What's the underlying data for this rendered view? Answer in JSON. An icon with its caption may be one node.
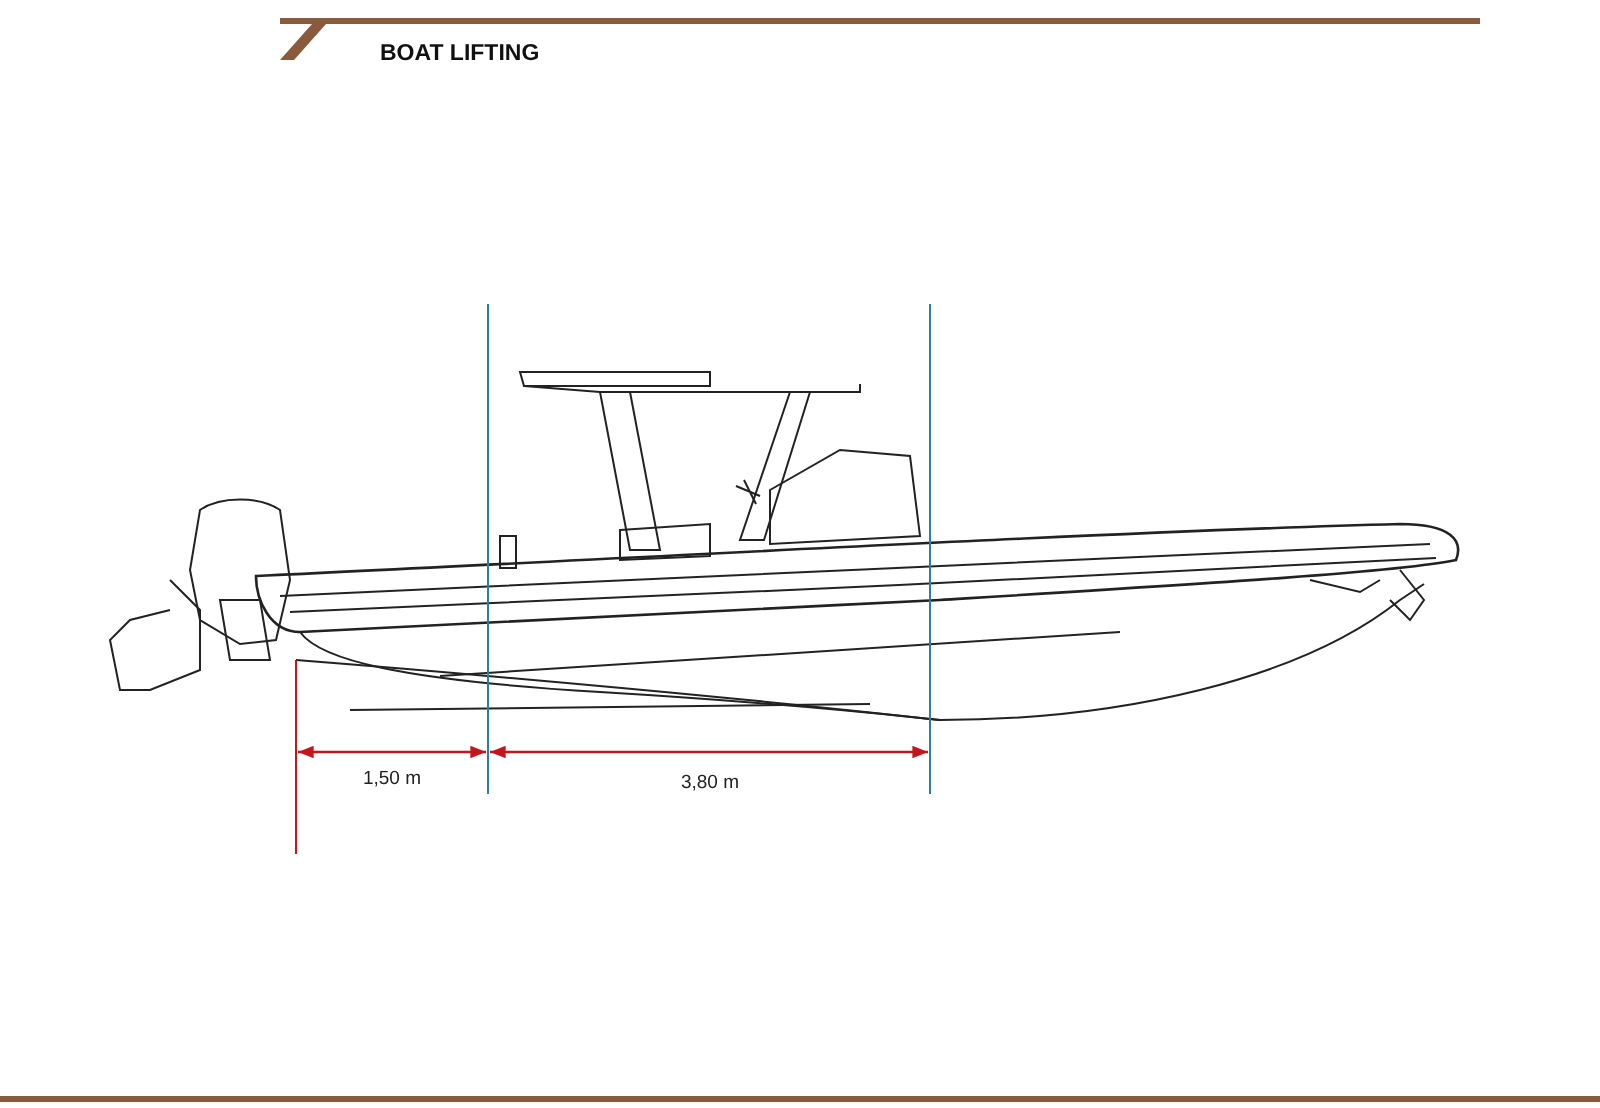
{
  "diagram": {
    "title": "BOAT LIFTING",
    "labels": [
      "1,50 m",
      "3,80 m"
    ]
  }
}
